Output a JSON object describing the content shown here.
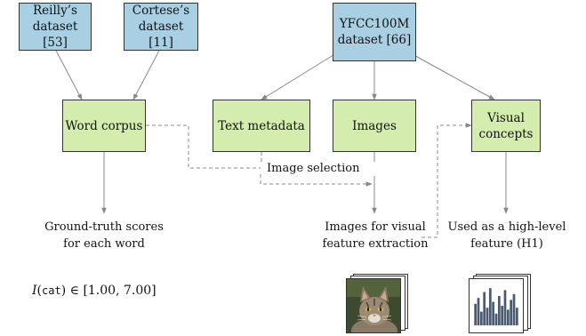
{
  "nodes": {
    "reilly": {
      "line1": "Reilly’s",
      "line2": "dataset [53]"
    },
    "cortese": {
      "line1": "Cortese’s",
      "line2": "dataset [11]"
    },
    "yfcc": {
      "line1": "YFCC100M",
      "line2": "dataset [66]"
    },
    "word_corpus": {
      "label": "Word corpus"
    },
    "text_metadata": {
      "label": "Text metadata"
    },
    "images": {
      "label": "Images"
    },
    "visual_concepts": {
      "line1": "Visual",
      "line2": "concepts"
    }
  },
  "labels": {
    "image_selection": "Image selection",
    "ground_truth_line1": "Ground-truth scores",
    "ground_truth_line2": "for each word",
    "images_visual_line1": "Images for visual",
    "images_visual_line2": "feature extraction",
    "high_level_line1": "Used as a high-level",
    "high_level_line2": "feature (H1)"
  },
  "formula": {
    "func": "I",
    "arg": "cat",
    "op": "∈",
    "range": "[1.00, 7.00]"
  },
  "colors": {
    "source_box": "#a9cfe3",
    "process_box": "#d4ecad",
    "arrow": "#888888",
    "histogram": "#4a5a70"
  },
  "icons": {
    "cat_photo": "cat-photo-stack-icon",
    "histogram": "histogram-stack-icon"
  },
  "histogram_values": [
    0.55,
    0.7,
    0.35,
    0.85,
    0.45,
    0.95,
    0.6,
    0.3,
    0.75,
    0.5,
    0.9,
    0.4,
    0.65,
    0.8,
    0.45
  ]
}
